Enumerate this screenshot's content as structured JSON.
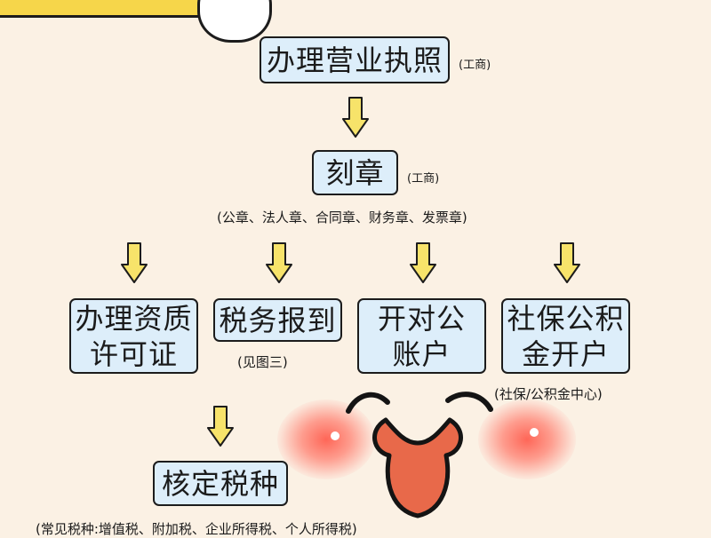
{
  "boxes": {
    "license": "办理营业执照",
    "seal": "刻章",
    "permit_line1": "办理资质",
    "permit_line2": "许可证",
    "tax_register": "税务报到",
    "bank_line1": "开对公",
    "bank_line2": "账户",
    "social_line1": "社保公积",
    "social_line2": "金开户",
    "tax_type": "核定税种"
  },
  "notes": {
    "license": "(工商)",
    "seal": "(工商)",
    "seal_types": "(公章、法人章、合同章、财务章、发票章)",
    "tax_register": "(见图三)",
    "social": "(社保/公积金中心)",
    "tax_type_detail": "(常见税种:增值税、附加税、企业所得税、个人所得税)"
  },
  "colors": {
    "box_fill": "#ddeefa",
    "arrow_fill": "#f7e36a",
    "background": "#fbf1e4"
  }
}
